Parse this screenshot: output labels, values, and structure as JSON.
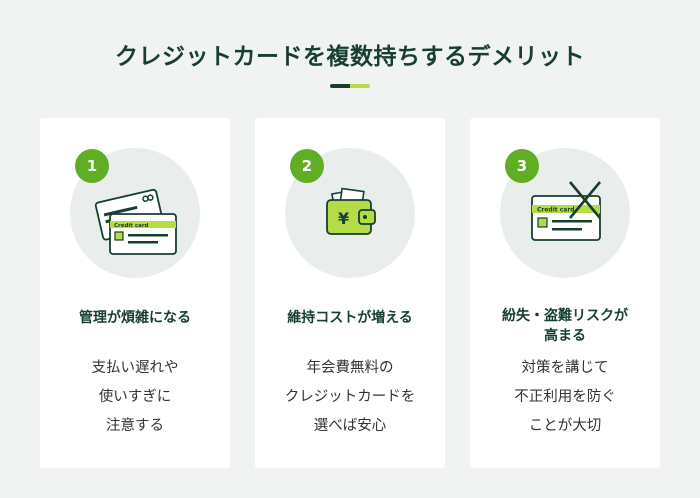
{
  "title": "クレジットカードを複数持ちするデメリット",
  "colors": {
    "dark_green": "#173e30",
    "accent_green": "#5fae26",
    "lime": "#b5db46",
    "background": "#f1f3f2"
  },
  "cards": [
    {
      "number": "1",
      "icon": "credit-cards-icon",
      "card_label": "Credit card",
      "heading": [
        "管理が煩雑になる"
      ],
      "description": [
        "支払い遅れや",
        "使いすぎに",
        "注意する"
      ]
    },
    {
      "number": "2",
      "icon": "wallet-yen-icon",
      "currency_symbol": "¥",
      "heading": [
        "維持コストが増える"
      ],
      "description": [
        "年会費無料の",
        "クレジットカードを",
        "選べば安心"
      ]
    },
    {
      "number": "3",
      "icon": "crossed-credit-card-icon",
      "card_label": "Credit card",
      "heading": [
        "紛失・盗難リスクが",
        "高まる"
      ],
      "description": [
        "対策を講じて",
        "不正利用を防ぐ",
        "ことが大切"
      ]
    }
  ]
}
